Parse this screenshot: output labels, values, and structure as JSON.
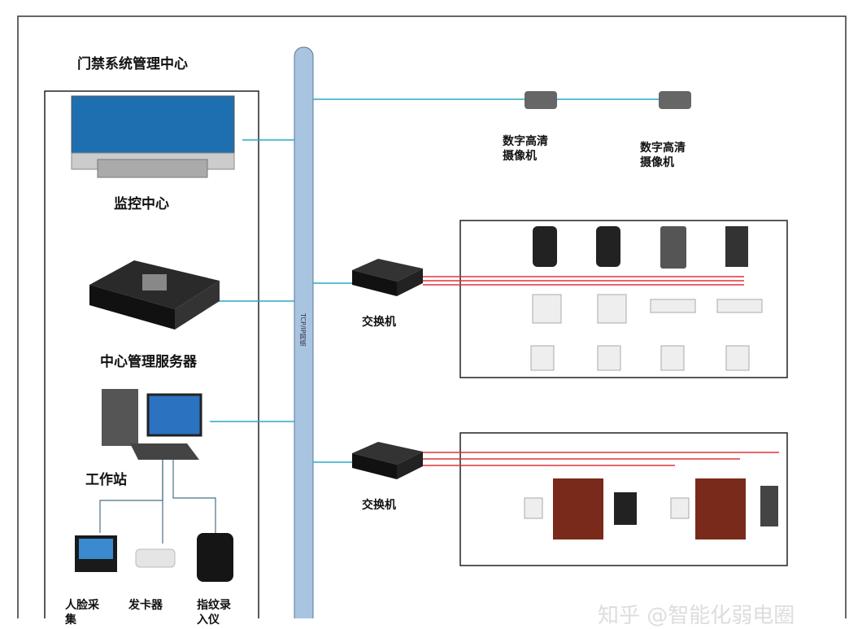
{
  "title": "门禁系统管理中心",
  "network_label": "TCP/IP网络",
  "left": {
    "monitor_center": "监控中心",
    "server": "中心管理服务器",
    "workstation": "工作站",
    "peripherals": [
      "人脸采集",
      "发卡器",
      "指纹录入仪"
    ]
  },
  "cameras": [
    "数字高清\n摄像机",
    "数字高清\n摄像机"
  ],
  "switches": [
    "交换机",
    "交换机"
  ],
  "watermark": "知乎 @智能化弱电圈",
  "colors": {
    "bus": "#a9c4e0",
    "link": "#2aa8c8",
    "power": "#e0303a",
    "door": "#7a2a1a"
  }
}
